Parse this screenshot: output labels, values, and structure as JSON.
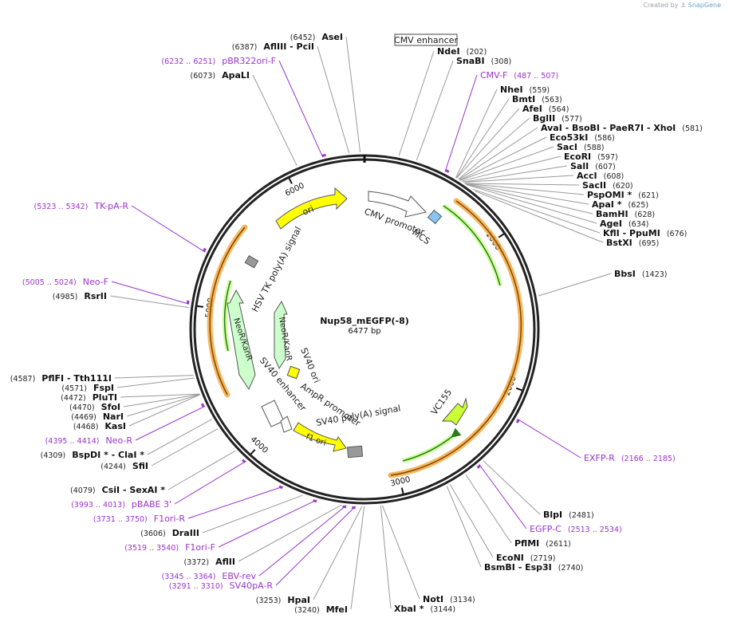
{
  "credit": {
    "prefix": "Created by",
    "brand": "SnapGene"
  },
  "plasmid": {
    "name": "Nup58_mEGFP(-8)",
    "size_label": "6477 bp",
    "length": 6477
  },
  "colors": {
    "backbone": "#222222",
    "primer": "#9933cc",
    "leader": "#999999",
    "ori": "#ffff00",
    "marker": "#ccffcc",
    "cds_green": "#ccff33",
    "promoter": "#ffffff",
    "misc": "#87c6f0",
    "gray": "#999999",
    "orange": "#f7a944"
  },
  "ticks": [
    "1000",
    "2000",
    "3000",
    "4000",
    "5000",
    "6000"
  ],
  "features": [
    {
      "name": "CMV enhancer",
      "kind": "box"
    },
    {
      "name": "CMV promoter",
      "kind": "promoter"
    },
    {
      "name": "MCS",
      "kind": "misc"
    },
    {
      "name": "VC155",
      "kind": "cds"
    },
    {
      "name": "ori",
      "kind": "ori"
    },
    {
      "name": "HSV TK poly(A) signal",
      "kind": "polyA"
    },
    {
      "name": "NeoR/KanR",
      "kind": "marker"
    },
    {
      "name": "NeoR/KanR",
      "kind": "marker"
    },
    {
      "name": "SV40 ori",
      "kind": "ori"
    },
    {
      "name": "SV40 enhancer",
      "kind": "promoter"
    },
    {
      "name": "AmpR promoter",
      "kind": "promoter"
    },
    {
      "name": "f1 ori",
      "kind": "ori"
    },
    {
      "name": "SV40 poly(A) signal",
      "kind": "polyA"
    }
  ],
  "labels": [
    {
      "pos": "(6452)",
      "name": "AseI",
      "kind": "site"
    },
    {
      "pos": "(6387)",
      "name": "AflIII  - PciI",
      "kind": "site"
    },
    {
      "pos": "(6232 .. 6251)",
      "name": "pBR322ori-F",
      "kind": "primer"
    },
    {
      "pos": "(6073)",
      "name": "ApaLI",
      "kind": "site"
    },
    {
      "pos": "(5323 .. 5342)",
      "name": "TK-pA-R",
      "kind": "primer"
    },
    {
      "pos": "(5005 .. 5024)",
      "name": "Neo-F",
      "kind": "primer"
    },
    {
      "pos": "(4985)",
      "name": "RsrII",
      "kind": "site"
    },
    {
      "pos": "(4587)",
      "name": "PflFI  - Tth111I",
      "kind": "site"
    },
    {
      "pos": "(4571)",
      "name": "FspI",
      "kind": "site"
    },
    {
      "pos": "(4472)",
      "name": "PluTI",
      "kind": "site"
    },
    {
      "pos": "(4470)",
      "name": "SfoI",
      "kind": "site"
    },
    {
      "pos": "(4469)",
      "name": "NarI",
      "kind": "site"
    },
    {
      "pos": "(4468)",
      "name": "KasI",
      "kind": "site"
    },
    {
      "pos": "(4395 .. 4414)",
      "name": "Neo-R",
      "kind": "primer"
    },
    {
      "pos": "(4309)",
      "name": "BspDI *  - ClaI *",
      "kind": "site"
    },
    {
      "pos": "(4244)",
      "name": "SfiI",
      "kind": "site"
    },
    {
      "pos": "(4079)",
      "name": "CsiI  - SexAI *",
      "kind": "site"
    },
    {
      "pos": "(3993 .. 4013)",
      "name": "pBABE 3'",
      "kind": "primer"
    },
    {
      "pos": "(3731 .. 3750)",
      "name": "F1ori-R",
      "kind": "primer"
    },
    {
      "pos": "(3606)",
      "name": "DraIII",
      "kind": "site"
    },
    {
      "pos": "(3519 .. 3540)",
      "name": "F1ori-F",
      "kind": "primer"
    },
    {
      "pos": "(3372)",
      "name": "AflII",
      "kind": "site"
    },
    {
      "pos": "(3345 .. 3364)",
      "name": "EBV-rev",
      "kind": "primer"
    },
    {
      "pos": "(3291 .. 3310)",
      "name": "SV40pA-R",
      "kind": "primer"
    },
    {
      "pos": "(3253)",
      "name": "HpaI",
      "kind": "site"
    },
    {
      "pos": "(3240)",
      "name": "MfeI",
      "kind": "site"
    },
    {
      "pos": "(202)",
      "name": "NdeI",
      "kind": "site_right"
    },
    {
      "pos": "(308)",
      "name": "SnaBI",
      "kind": "site_right"
    },
    {
      "pos": "(487 .. 507)",
      "name": "CMV-F",
      "kind": "primer_right"
    },
    {
      "pos": "(559)",
      "name": "NheI",
      "kind": "site_right"
    },
    {
      "pos": "(563)",
      "name": "BmtI",
      "kind": "site_right"
    },
    {
      "pos": "(564)",
      "name": "AfeI",
      "kind": "site_right"
    },
    {
      "pos": "(577)",
      "name": "BglII",
      "kind": "site_right"
    },
    {
      "pos": "(581)",
      "name": "AvaI  - BsoBI  - PaeR7I  - XhoI",
      "kind": "site_right"
    },
    {
      "pos": "(586)",
      "name": "Eco53kI",
      "kind": "site_right"
    },
    {
      "pos": "(588)",
      "name": "SacI",
      "kind": "site_right"
    },
    {
      "pos": "(597)",
      "name": "EcoRI",
      "kind": "site_right"
    },
    {
      "pos": "(607)",
      "name": "SalI",
      "kind": "site_right"
    },
    {
      "pos": "(608)",
      "name": "AccI",
      "kind": "site_right"
    },
    {
      "pos": "(620)",
      "name": "SacII",
      "kind": "site_right"
    },
    {
      "pos": "(621)",
      "name": "PspOMI *",
      "kind": "site_right"
    },
    {
      "pos": "(625)",
      "name": "ApaI *",
      "kind": "site_right"
    },
    {
      "pos": "(628)",
      "name": "BamHI",
      "kind": "site_right"
    },
    {
      "pos": "(634)",
      "name": "AgeI",
      "kind": "site_right"
    },
    {
      "pos": "(676)",
      "name": "KflI  - PpuMI",
      "kind": "site_right"
    },
    {
      "pos": "(695)",
      "name": "BstXI",
      "kind": "site_right"
    },
    {
      "pos": "(1423)",
      "name": "BbsI",
      "kind": "site_right"
    },
    {
      "pos": "(2166 .. 2185)",
      "name": "EXFP-R",
      "kind": "primer_right"
    },
    {
      "pos": "(2481)",
      "name": "BlpI",
      "kind": "site_right"
    },
    {
      "pos": "(2513 .. 2534)",
      "name": "EGFP-C",
      "kind": "primer_right"
    },
    {
      "pos": "(2611)",
      "name": "PflMI",
      "kind": "site_right"
    },
    {
      "pos": "(2719)",
      "name": "EcoNI",
      "kind": "site_right"
    },
    {
      "pos": "(2740)",
      "name": "BsmBI  - Esp3I",
      "kind": "site_right"
    },
    {
      "pos": "(3134)",
      "name": "NotI",
      "kind": "site_right"
    },
    {
      "pos": "(3144)",
      "name": "XbaI *",
      "kind": "site_right"
    }
  ]
}
